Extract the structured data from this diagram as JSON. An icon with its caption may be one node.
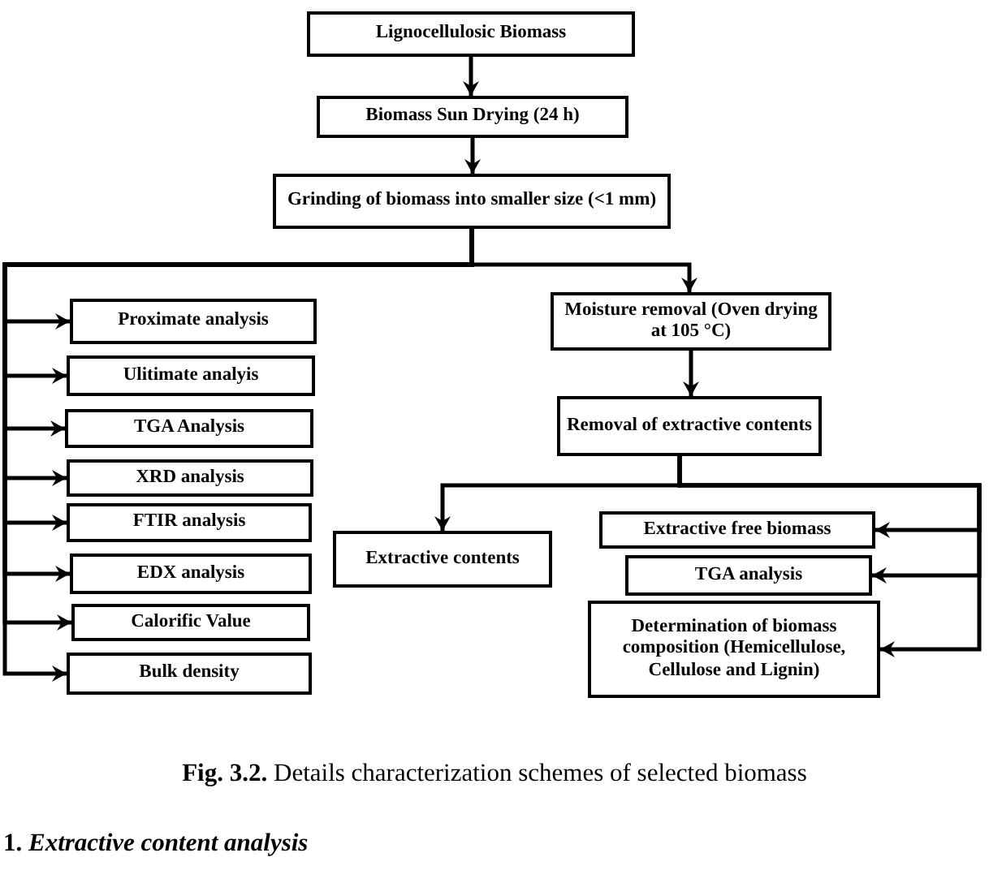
{
  "diagram": {
    "caption": "**Fig. 3.2.** Details characterization schemes of selected biomass",
    "nodes": [
      {
        "text": [
          "Lignocellulosic Biomass"
        ]
      },
      {
        "text": [
          "Biomass Sun Drying (24 h)"
        ]
      },
      {
        "text": [
          "Grinding of biomass into smaller size (<1 mm)"
        ]
      },
      {
        "text": [
          "Proximate analysis"
        ]
      },
      {
        "text": [
          "Ulitimate analyis"
        ]
      },
      {
        "text": [
          "TGA Analysis"
        ]
      },
      {
        "text": [
          "XRD analysis"
        ]
      },
      {
        "text": [
          "FTIR analysis"
        ]
      },
      {
        "text": [
          "EDX analysis"
        ]
      },
      {
        "text": [
          "Calorific Value"
        ]
      },
      {
        "text": [
          "Bulk density"
        ]
      },
      {
        "text": [
          "Moisture removal (Oven drying at 105 °C)"
        ]
      },
      {
        "text": [
          "Removal of extractive contents"
        ]
      },
      {
        "text": [
          "Extractive contents"
        ]
      },
      {
        "text": [
          "Extractive free biomass"
        ]
      },
      {
        "text": [
          "TGA analysis"
        ]
      },
      {
        "text": [
          "Determination of biomass composition (Hemicellulose, Cellulose and Lignin)"
        ]
      }
    ],
    "edges": [
      {
        "from": 0,
        "to": 1,
        "arrow": "to"
      },
      {
        "from": 1,
        "to": 2,
        "arrow": "to"
      },
      {
        "from": 2,
        "to": 3,
        "arrow": "to"
      },
      {
        "from": 2,
        "to": 4,
        "arrow": "to"
      },
      {
        "from": 2,
        "to": 5,
        "arrow": "to"
      },
      {
        "from": 2,
        "to": 6,
        "arrow": "to"
      },
      {
        "from": 2,
        "to": 7,
        "arrow": "to"
      },
      {
        "from": 2,
        "to": 8,
        "arrow": "to"
      },
      {
        "from": 2,
        "to": 9,
        "arrow": "to"
      },
      {
        "from": 2,
        "to": 10,
        "arrow": "to"
      },
      {
        "from": 2,
        "to": 11,
        "arrow": "to"
      },
      {
        "from": 11,
        "to": 12,
        "arrow": "to"
      },
      {
        "from": 12,
        "to": 13,
        "arrow": "to"
      },
      {
        "from": 12,
        "to": 14,
        "arrow": "to"
      },
      {
        "from": 12,
        "to": 15,
        "arrow": "to"
      },
      {
        "from": 12,
        "to": 16,
        "arrow": "to"
      }
    ],
    "labels": [
      "1. *Extractive content analysis*"
    ]
  }
}
